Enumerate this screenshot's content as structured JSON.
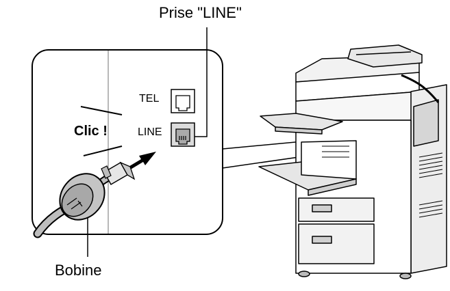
{
  "diagram": {
    "title": "Prise \"LINE\"",
    "port_tel_label": "TEL",
    "port_line_label": "LINE",
    "click_text": "Clic !",
    "coil_label": "Bobine"
  }
}
